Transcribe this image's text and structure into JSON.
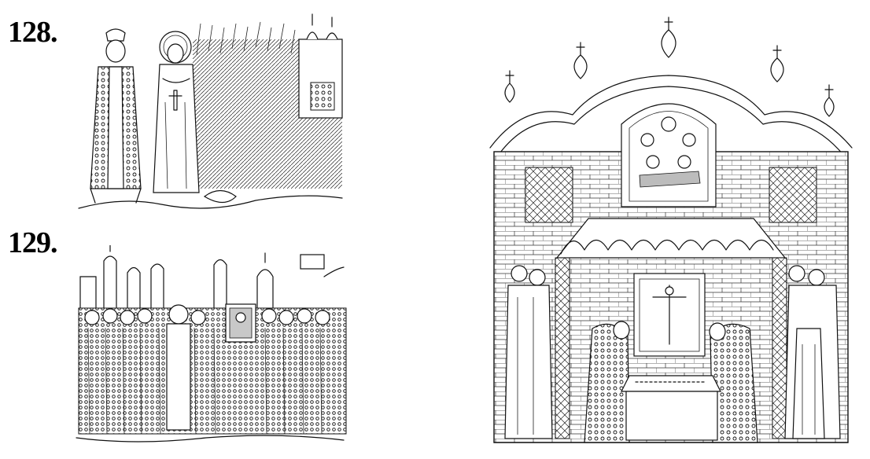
{
  "figures": [
    {
      "id": "fig-128",
      "label": "128."
    },
    {
      "id": "fig-129",
      "label": "129."
    }
  ],
  "palette": {
    "ink": "#111111",
    "paper": "#ffffff"
  }
}
